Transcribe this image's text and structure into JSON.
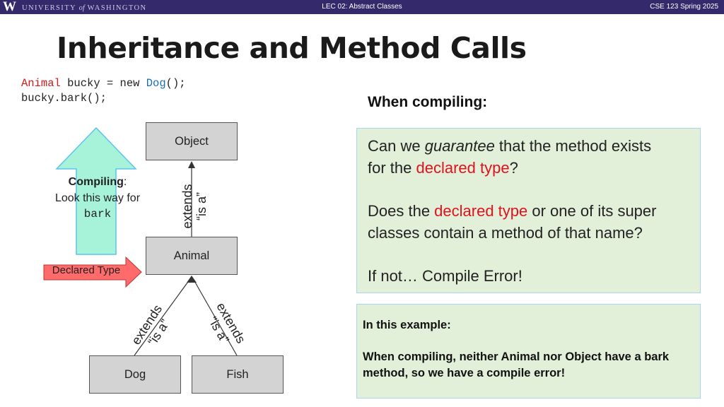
{
  "header": {
    "logo_w": "W",
    "university_pre": "UNIVERSITY",
    "university_of": "of",
    "university_post": "WASHINGTON",
    "lecture": "LEC 02: Abstract Classes",
    "course": "CSE 123 Spring 2025"
  },
  "title": "Inheritance and Method Calls",
  "code": {
    "line1_type": "Animal",
    "line1_mid": " bucky = new ",
    "line1_class": "Dog",
    "line1_end": "();",
    "line2": "bucky.bark();"
  },
  "when_compiling": "When compiling:",
  "panel1": {
    "q1_pre": "Can we ",
    "q1_emph": "guarantee",
    "q1_post": " that the method exists",
    "q1b_pre": "for the ",
    "q1b_red": "declared type",
    "q1b_post": "?",
    "q2_pre": "Does the ",
    "q2_red": "declared type",
    "q2_post": " or one of its super",
    "q2b": "classes contain a method of that name?",
    "q3": "If not… Compile Error!"
  },
  "panel2": {
    "heading": "In this example:",
    "line1": "When compiling, neither Animal nor Object have a bark",
    "line2": "method, so we have a compile error!"
  },
  "diagram": {
    "object": "Object",
    "animal": "Animal",
    "dog": "Dog",
    "fish": "Fish",
    "extends": "extends",
    "is_a": "“is a”",
    "compiling_bold": "Compiling",
    "compiling_colon": ":",
    "compiling_line2": "Look this way for",
    "compiling_code": "bark",
    "declared_type": "Declared Type"
  },
  "colors": {
    "header_bg": "#33296b",
    "panel_bg": "#e2efd9",
    "panel_border": "#a9d6e8",
    "arrow_green_fill": "#a6f3da",
    "arrow_green_stroke": "#5dc3ef",
    "arrow_red_fill": "#ff6b6b",
    "keyword_red": "#d11b1b",
    "keyword_blue": "#1a6fb0"
  }
}
